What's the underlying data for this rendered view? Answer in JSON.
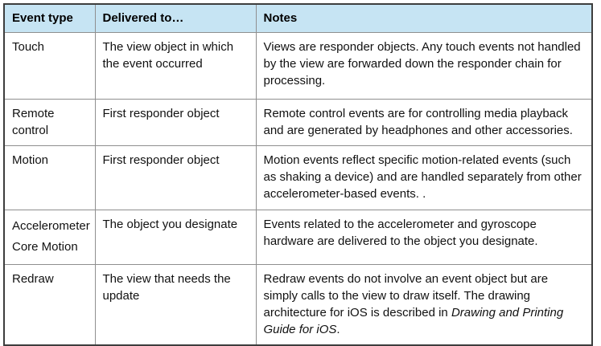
{
  "table": {
    "columns": [
      "Event type",
      "Delivered to…",
      "Notes"
    ],
    "rows": [
      {
        "event_type": "Touch",
        "delivered_to": "The view object in which the event occurred",
        "notes": [
          {
            "text": "Views are responder objects. Any touch events not handled by the view are forwarded down the responder chain for processing.",
            "italic": false
          }
        ]
      },
      {
        "event_type": "Remote control",
        "delivered_to": "First responder object",
        "notes": [
          {
            "text": "Remote control events are for controlling media playback and are generated by headphones and other accessories.",
            "italic": false
          }
        ]
      },
      {
        "event_type": "Motion",
        "delivered_to": "First responder object",
        "notes": [
          {
            "text": "Motion events reflect specific motion-related events (such as shaking a device) and are handled separately from other accelerometer-based events. .",
            "italic": false
          }
        ]
      },
      {
        "event_type": "Accelerometer\nCore Motion",
        "delivered_to": "The object you designate",
        "notes": [
          {
            "text": "Events related to the accelerometer and gyroscope hardware are delivered to the object you designate.",
            "italic": false
          }
        ]
      },
      {
        "event_type": "Redraw",
        "delivered_to": "The view that needs the update",
        "notes": [
          {
            "text": "Redraw events do not involve an event object but are simply calls to the view to draw itself. The drawing architecture for iOS is described in ",
            "italic": false
          },
          {
            "text": "Drawing and Printing Guide for iOS",
            "italic": true
          },
          {
            "text": ".",
            "italic": false
          }
        ]
      }
    ],
    "colors": {
      "header_bg": "#c6e4f3",
      "outer_border": "#3d3d3d",
      "grid_line": "#8f8f8f",
      "text": "#111111"
    }
  }
}
